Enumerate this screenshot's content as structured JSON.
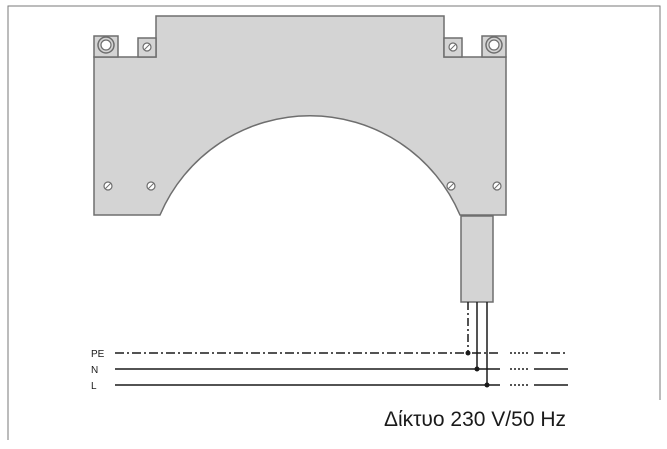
{
  "diagram": {
    "conductors": [
      {
        "label": "PE",
        "style": "dash-dot"
      },
      {
        "label": "N",
        "style": "solid"
      },
      {
        "label": "L",
        "style": "solid"
      }
    ],
    "mains_label": "Δίκτυο 230 V/50 Hz",
    "colors": {
      "housing_fill": "#d4d4d4",
      "housing_stroke": "#6e6e6e",
      "line": "#1a1a1a",
      "frame": "#7a7a7a"
    },
    "icons": [
      "mounting-hole-icon",
      "screw-icon"
    ]
  }
}
